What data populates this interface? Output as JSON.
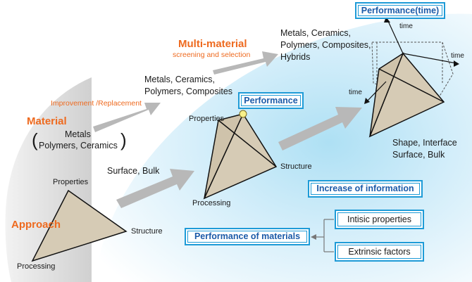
{
  "approach": {
    "title": "Approach",
    "vertices": {
      "top": "Properties",
      "right": "Structure",
      "bottom": "Processing"
    }
  },
  "material": {
    "title": "Material",
    "line1": "Metals",
    "line2": "Polymers, Ceramics",
    "open_paren": "(",
    "close_paren": ")"
  },
  "improvement_label": "Improvement /Replacement",
  "stage2": {
    "materials_line1": "Metals, Ceramics,",
    "materials_line2": "Polymers, Composites"
  },
  "multi_material": {
    "title": "Multi-material",
    "subtitle": "screening and selection"
  },
  "stage3": {
    "line1": "Metals, Ceramics,",
    "line2": "Polymers, Composites,",
    "line3": "Hybrids"
  },
  "surface_bulk": "Surface, Bulk",
  "performance_box": "Performance",
  "tetrahedron": {
    "top": "Properties",
    "right": "Structure",
    "bottom": "Processing"
  },
  "performance_time_box": "Performance(time)",
  "time_labels": [
    "time",
    "time",
    "time"
  ],
  "shape_interface": {
    "line1": "Shape, Interface",
    "line2": "Surface, Bulk"
  },
  "increase_info_box": "Increase of information",
  "performance_materials_box": "Performance of materials",
  "intrinsic_box": "Intisic properties",
  "extrinsic_box": "Extrinsic factors",
  "colors": {
    "accent_orange": "#ee6a1f",
    "box_border": "#1e9bd7",
    "box_text": "#1b5aa8",
    "triangle_fill": "#d6cbb5",
    "arrow_gray": "#b5b5b5",
    "vertex_yellow": "#f7f08a"
  }
}
